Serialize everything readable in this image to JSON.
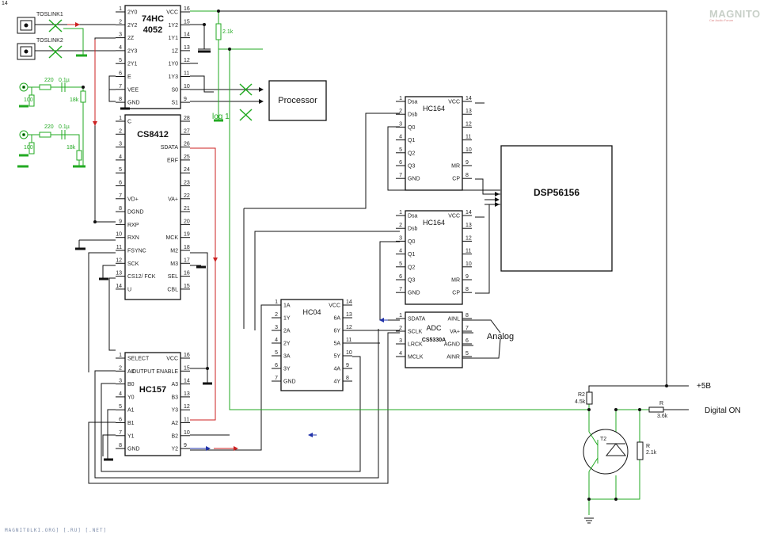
{
  "page": {
    "number": "14",
    "footer": "MAGNITOLKI.ORG] [.RU] [.NET]"
  },
  "logo": {
    "text": "MAGNITOLA",
    "sub": "Car Audio Forum"
  },
  "labels": {
    "toslink1": "TOSLINK1",
    "toslink2": "TOSLINK2",
    "r220a": "220",
    "c01a": "0.1µ",
    "r100a": "100",
    "r18ka": "18k",
    "r220b": "220",
    "c01b": "0.1µ",
    "r100b": "100",
    "r18kb": "18k",
    "r21k_top": "2.1k",
    "log1": "log 1",
    "processor": "Processor",
    "dsp": "DSP56156",
    "analog": "Analog",
    "plus5v": "+5B",
    "digital_on": "Digital ON",
    "r2": "R2",
    "r2_val": "4.5k",
    "r_top": "R",
    "r_top_val": "3.6k",
    "r_right": "R",
    "r_right_val": "2.1k",
    "t2": "T2"
  },
  "chips": {
    "mux4052": {
      "name1": "74HC",
      "name2": "4052",
      "left": [
        "2Y0",
        "2Y2",
        "2Z",
        "2Y3",
        "2Y1",
        "E",
        "VEE",
        "GND"
      ],
      "lnum": [
        "1",
        "2",
        "3",
        "4",
        "5",
        "6",
        "7",
        "8"
      ],
      "right": [
        "VCC",
        "1Y2",
        "1Y1",
        "1Z",
        "1Y0",
        "1Y3",
        "S0",
        "S1"
      ],
      "rnum": [
        "16",
        "15",
        "14",
        "13",
        "12",
        "11",
        "10",
        "9"
      ]
    },
    "cs8412": {
      "name": "CS8412",
      "left": [
        "C",
        "",
        "",
        "",
        "",
        "",
        "VD+",
        "DGND",
        "RXP",
        "RXN",
        "FSYNC",
        "SCK",
        "CS12/ FCK",
        "U"
      ],
      "lnum": [
        "1",
        "2",
        "3",
        "4",
        "5",
        "6",
        "7",
        "8",
        "9",
        "10",
        "11",
        "12",
        "13",
        "14"
      ],
      "right": [
        "",
        "",
        "SDATA",
        "ERF",
        "",
        "",
        "VA+",
        "",
        "",
        "MCK",
        "M2",
        "M3",
        "SEL",
        "CBL"
      ],
      "rnum": [
        "28",
        "27",
        "26",
        "25",
        "24",
        "23",
        "22",
        "21",
        "20",
        "19",
        "18",
        "17",
        "16",
        "15"
      ]
    },
    "hc157": {
      "name": "HC157",
      "left": [
        "SELECT",
        "A0",
        "B0",
        "Y0",
        "A1",
        "B1",
        "Y1",
        "GND"
      ],
      "lnum": [
        "1",
        "2",
        "3",
        "4",
        "5",
        "6",
        "7",
        "8"
      ],
      "right": [
        "VCC",
        "OUTPUT ENABLE",
        "A3",
        "B3",
        "Y3",
        "A2",
        "B2",
        "Y2"
      ],
      "rnum": [
        "16",
        "15",
        "14",
        "13",
        "12",
        "11",
        "10",
        "9"
      ]
    },
    "hc04": {
      "name": "HC04",
      "left": [
        "1A",
        "1Y",
        "2A",
        "2Y",
        "3A",
        "3Y",
        "GND"
      ],
      "lnum": [
        "1",
        "2",
        "3",
        "4",
        "5",
        "6",
        "7"
      ],
      "right": [
        "VCC",
        "6A",
        "6Y",
        "5A",
        "5Y",
        "4A",
        "4Y"
      ],
      "rnum": [
        "14",
        "13",
        "12",
        "11",
        "10",
        "9",
        "8"
      ]
    },
    "hc164a": {
      "name": "HC164",
      "left": [
        "Dsa",
        "Dsb",
        "Q0",
        "Q1",
        "Q2",
        "Q3",
        "GND"
      ],
      "lnum": [
        "1",
        "2",
        "3",
        "4",
        "5",
        "6",
        "7"
      ],
      "right": [
        "VCC",
        "",
        "",
        "",
        "",
        "MR",
        "CP"
      ],
      "rnum": [
        "14",
        "13",
        "12",
        "11",
        "10",
        "9",
        "8"
      ]
    },
    "hc164b": {
      "name": "HC164",
      "left": [
        "Dsa",
        "Dsb",
        "Q0",
        "Q1",
        "Q2",
        "Q3",
        "GND"
      ],
      "lnum": [
        "1",
        "2",
        "3",
        "4",
        "5",
        "6",
        "7"
      ],
      "right": [
        "VCC",
        "",
        "",
        "",
        "",
        "MR",
        "CP"
      ],
      "rnum": [
        "14",
        "13",
        "12",
        "11",
        "10",
        "9",
        "8"
      ]
    },
    "cs5330": {
      "name1": "ADC",
      "name2": "CS5330A",
      "left": [
        "SDATA",
        "SCLK",
        "LRCK",
        "MCLK"
      ],
      "lnum": [
        "1",
        "2",
        "3",
        "4"
      ],
      "right": [
        "AINL",
        "VA+",
        "AGND",
        "AINR"
      ],
      "rnum": [
        "8",
        "7",
        "6",
        "5"
      ]
    }
  }
}
